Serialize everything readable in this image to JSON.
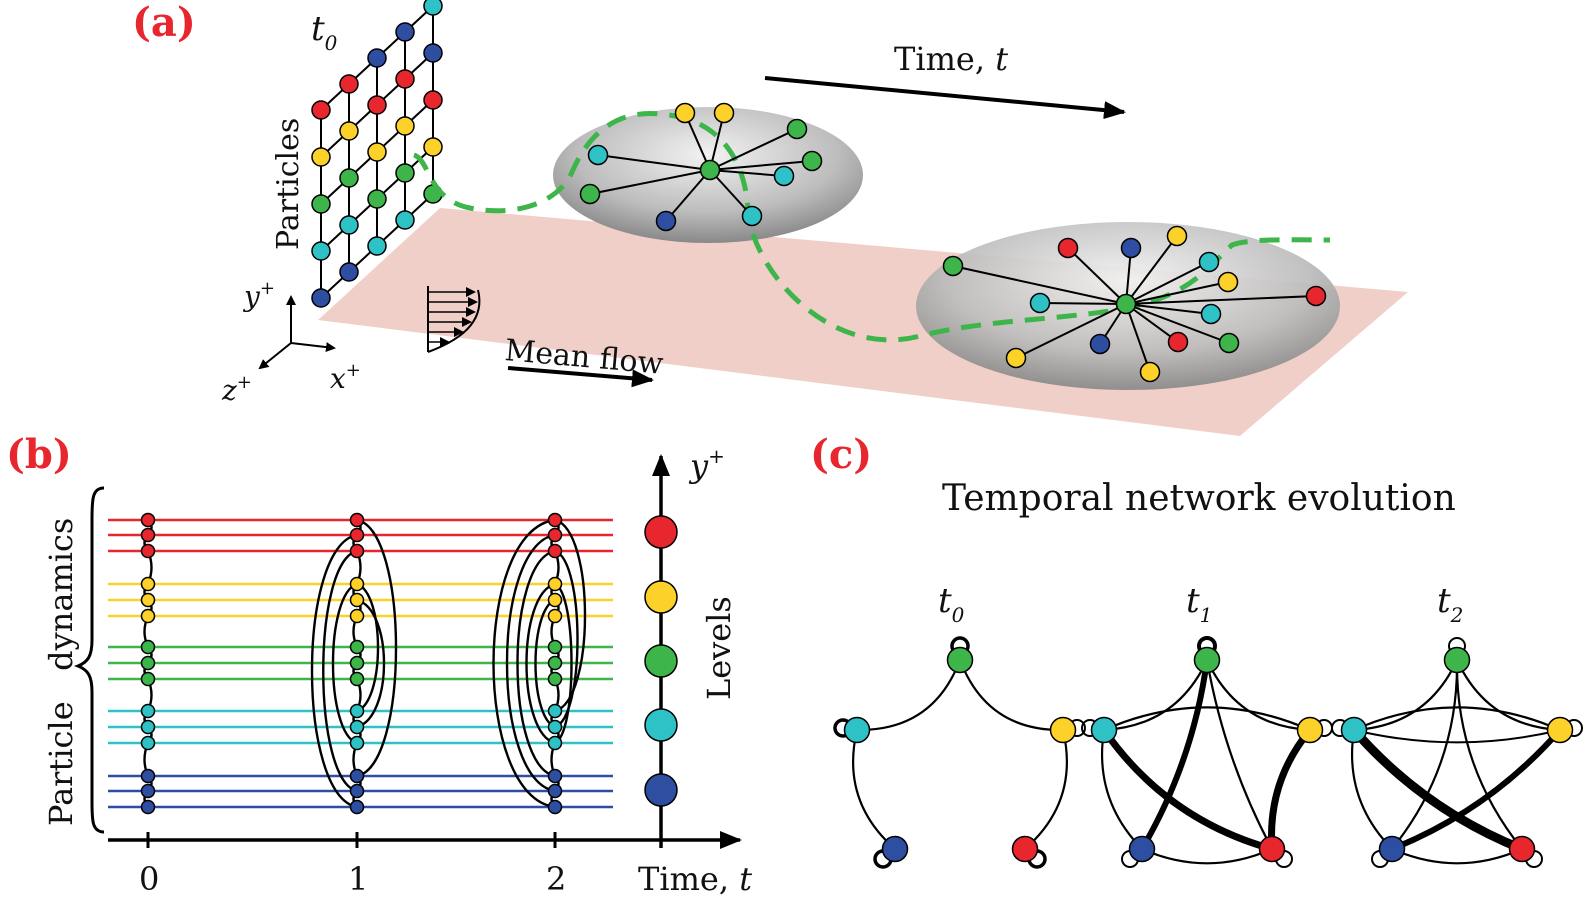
{
  "panel_a": {
    "label": "(a)",
    "t0": "t",
    "t0_sub": "0",
    "particles": "Particles",
    "time_label": "Time, ",
    "time_var": "t",
    "mean_flow": "Mean flow",
    "axis_y": "y",
    "axis_x": "x",
    "axis_z": "z",
    "axis_sup": "+"
  },
  "panel_b": {
    "label": "(b)",
    "particle_dynamics": "Particle   dynamics",
    "levels": "Levels",
    "yaxis": "y",
    "yaxis_sup": "+",
    "ticks": [
      "0",
      "1",
      "2"
    ],
    "time_label": "Time, ",
    "time_var": "t"
  },
  "panel_c": {
    "label": "(c)",
    "title": "Temporal network evolution",
    "snapshots": [
      {
        "t": "t",
        "sub": "0"
      },
      {
        "t": "t",
        "sub": "1"
      },
      {
        "t": "t",
        "sub": "2"
      }
    ]
  },
  "colors": {
    "red": "#e8262d",
    "yellow": "#fcd12a",
    "green": "#3db54a",
    "cyan": "#2ec2c6",
    "blue": "#2e4ea2",
    "accent_label": "#e8262d",
    "plane": "#f1cfc9",
    "trajectory": "#3db54a"
  }
}
